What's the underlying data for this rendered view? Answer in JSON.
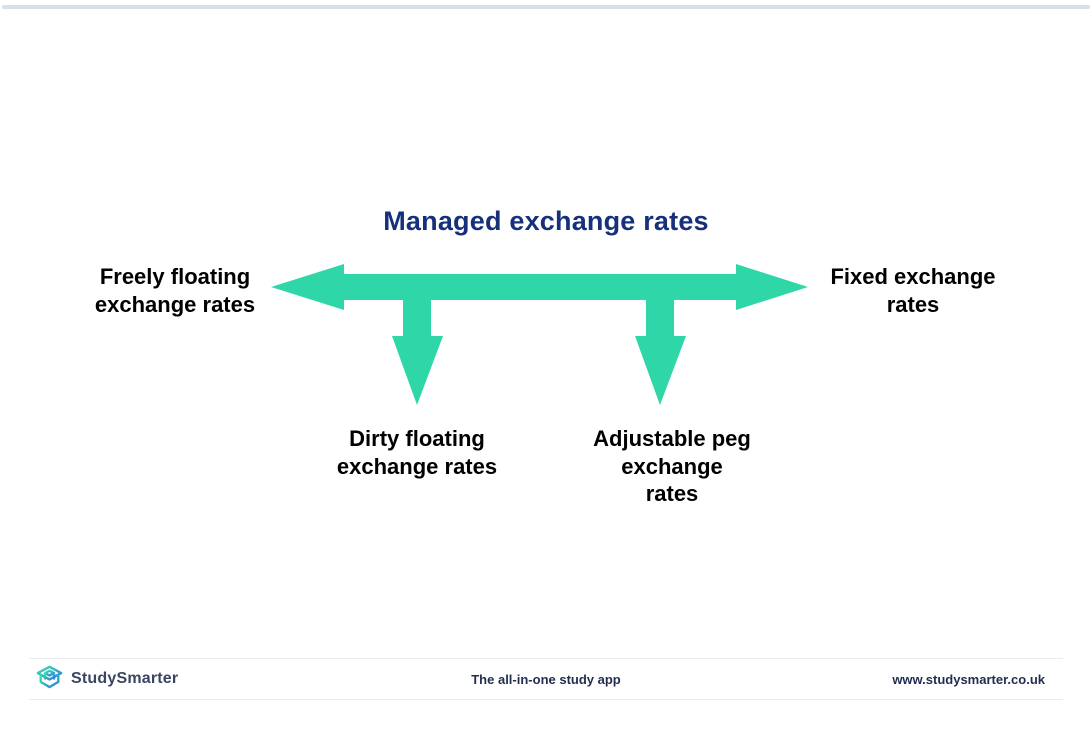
{
  "page": {
    "background": "#FFFFFF",
    "top_band_color": "#D9DFE7"
  },
  "diagram": {
    "title": "Managed exchange rates",
    "title_color": "#16307C",
    "arrow_color": "#2ED6A8",
    "label_color": "#000000",
    "labels": {
      "left": {
        "lines": [
          "Freely floating",
          "exchange rates"
        ]
      },
      "right": {
        "lines": [
          "Fixed exchange",
          "rates"
        ]
      },
      "bottom_left": {
        "lines": [
          "Dirty floating",
          "exchange rates"
        ]
      },
      "bottom_right": {
        "lines": [
          "Adjustable peg",
          "exchange",
          "rates"
        ]
      }
    }
  },
  "footer": {
    "logo_icon": "studysmarter-box-logo",
    "wordmark": "StudySmarter",
    "tagline": "The all-in-one study app",
    "website": "www.studysmarter.co.uk",
    "text_color": "#1F2D4E",
    "divider_color": "#E9ECF0",
    "logo_gradient": [
      "#40E0A6",
      "#2B7DE0"
    ]
  }
}
